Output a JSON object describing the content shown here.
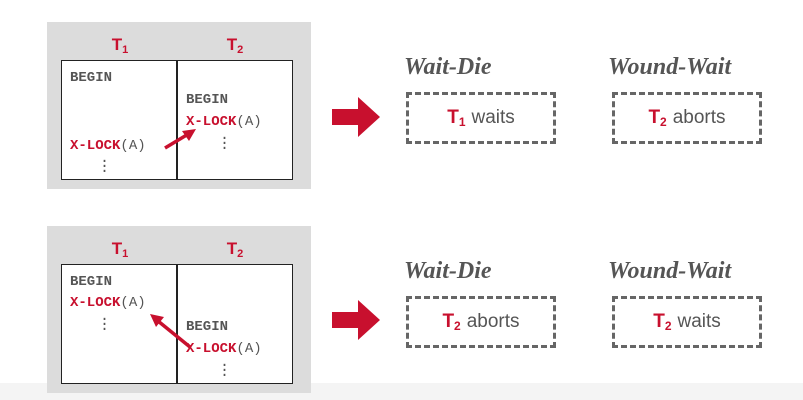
{
  "scenarios": [
    {
      "t1_label": "T",
      "t1_sub": "1",
      "t2_label": "T",
      "t2_sub": "2",
      "left_lines": [
        "BEGIN",
        "X-LOCK",
        "(A)"
      ],
      "right_lines": [
        "BEGIN",
        "X-LOCK",
        "(A)"
      ],
      "wait_die_title": "Wait-Die",
      "wound_wait_title": "Wound-Wait",
      "wait_die_result": {
        "tid": "T",
        "sub": "1",
        "text": "waits"
      },
      "wound_wait_result": {
        "tid": "T",
        "sub": "2",
        "text": "aborts"
      }
    },
    {
      "t1_label": "T",
      "t1_sub": "1",
      "t2_label": "T",
      "t2_sub": "2",
      "left_lines": [
        "BEGIN",
        "X-LOCK",
        "(A)"
      ],
      "right_lines": [
        "BEGIN",
        "X-LOCK",
        "(A)"
      ],
      "wait_die_title": "Wait-Die",
      "wound_wait_title": "Wound-Wait",
      "wait_die_result": {
        "tid": "T",
        "sub": "2",
        "text": "aborts"
      },
      "wound_wait_result": {
        "tid": "T",
        "sub": "2",
        "text": "waits"
      }
    }
  ],
  "colors": {
    "accent": "#c8102e",
    "text": "#555555",
    "panel": "#dcdcdc"
  }
}
